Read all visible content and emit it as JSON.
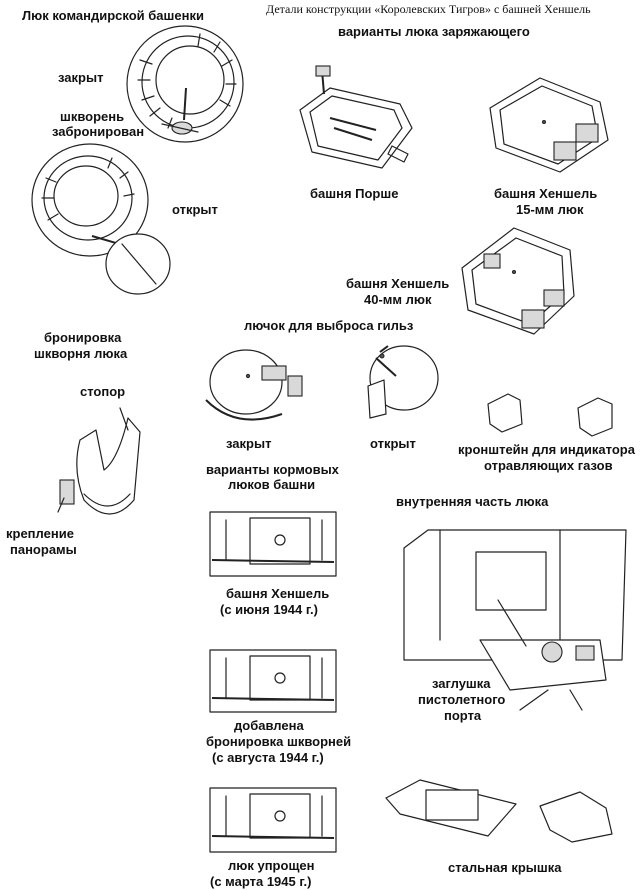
{
  "header": {
    "title": "Детали конструкции «Королевских Тигров» с башней Хеншель"
  },
  "sections": {
    "commander_hatch": {
      "title": "Люк командирской башенки",
      "closed": "закрыт",
      "pintle_line1": "шкворень",
      "pintle_line2": "забронирован",
      "open": "открыт"
    },
    "loader_hatch": {
      "title": "варианты люка заряжающего",
      "porsche": "башня Порше",
      "henschel15_line1": "башня Хеншель",
      "henschel15_line2": "15-мм люк",
      "henschel40_line1": "башня Хеншель",
      "henschel40_line2": "40-мм люк"
    },
    "pintle_armor": {
      "title_line1": "бронировка",
      "title_line2": "шкворня люка",
      "stopper": "стопор",
      "mount_line1": "крепление",
      "mount_line2": "панорамы"
    },
    "shell_ejection": {
      "title": "лючок для выброса гильз",
      "closed": "закрыт",
      "open": "открыт"
    },
    "gas_indicator": {
      "line1": "кронштейн для индикатора",
      "line2": "отравляющих газов"
    },
    "rear_hatches": {
      "title_line1": "варианты кормовых",
      "title_line2": "люков башни",
      "v1_line1": "башня Хеншель",
      "v1_line2": "(с июня 1944 г.)",
      "v2_line1": "добавлена",
      "v2_line2": "бронировка шкворней",
      "v2_line3": "(с августа 1944 г.)",
      "v3_line1": "люк упрощен",
      "v3_line2": "(с марта 1945 г.)"
    },
    "inner_hatch": {
      "title": "внутренняя часть люка",
      "plug_line1": "заглушка",
      "plug_line2": "пистолетного",
      "plug_line3": "порта"
    },
    "steel_cover": {
      "label": "стальная крышка"
    }
  }
}
